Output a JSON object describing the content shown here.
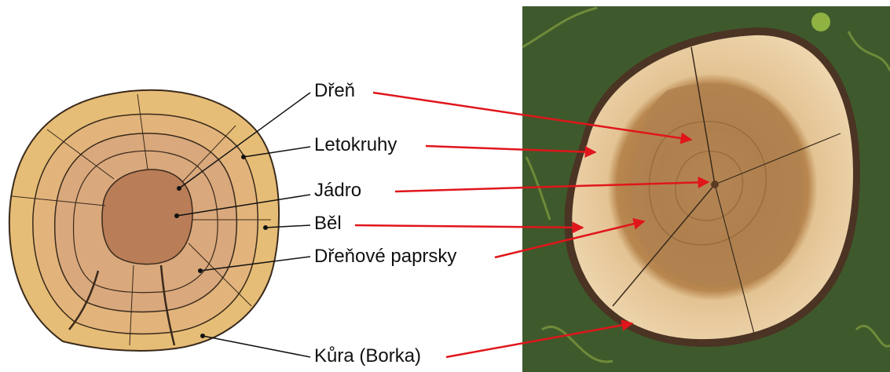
{
  "labels": {
    "pith": "Dřeň",
    "growth_rings": "Letokruhy",
    "heartwood": "Jádro",
    "sapwood": "Běl",
    "medullary_rays": "Dřeňové paprsky",
    "bark": "Kůra (Borka)"
  },
  "colors": {
    "outer_wood": "#e6bd76",
    "middle_wood": "#d9a87c",
    "heartwood": "#b97d57",
    "outline": "#3a2a1c",
    "arrow": "#e0161b",
    "photo_sapwood": "#e7c89b",
    "photo_heartwood": "#b08350",
    "grass": "#3e5a2c"
  }
}
